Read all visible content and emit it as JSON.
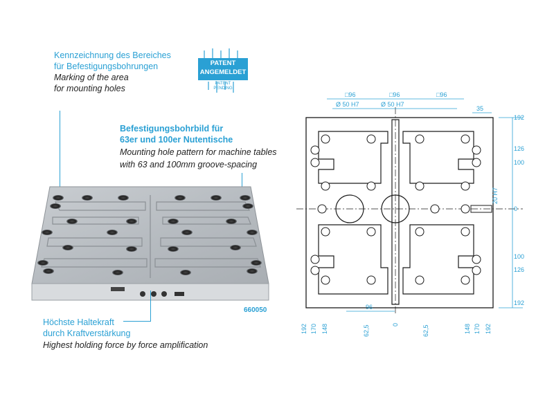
{
  "callouts": {
    "marking": {
      "de1": "Kennzeichnung des Bereiches",
      "de2": "für Befestigungsbohrungen",
      "en1": "Marking of the area",
      "en2": "for mounting holes"
    },
    "pattern": {
      "de1": "Befestigungsbohrbild für",
      "de2": "63er und 100er Nutentische",
      "en1": "Mounting hole pattern for machine tables",
      "en2": "with 63 and 100mm groove-spacing"
    },
    "holding": {
      "de1": "Höchste Haltekraft",
      "de2": "durch Kraftverstärkung",
      "en1": "Highest holding force by force amplification"
    }
  },
  "patent": {
    "line1": "PATENT",
    "line2": "ANGEMELDET",
    "sub1": "PATENT",
    "sub2": "PENDING"
  },
  "product": {
    "part_number": "660050"
  },
  "drawing": {
    "top_dims": [
      "□96",
      "□96",
      "□96"
    ],
    "top_dims2": [
      "Ø 50 H7",
      "Ø 50 H7"
    ],
    "top_right": "35",
    "right_dims": [
      "192",
      "126",
      "100",
      "0",
      "100",
      "126",
      "192"
    ],
    "right_fit": "20 H7",
    "bottom_dims": [
      "192",
      "170",
      "148",
      "62,5",
      "0",
      "62,5",
      "148",
      "170",
      "192"
    ],
    "bottom_inner": "96"
  },
  "colors": {
    "accent": "#2aa0d4",
    "line": "#1a1a1a"
  }
}
